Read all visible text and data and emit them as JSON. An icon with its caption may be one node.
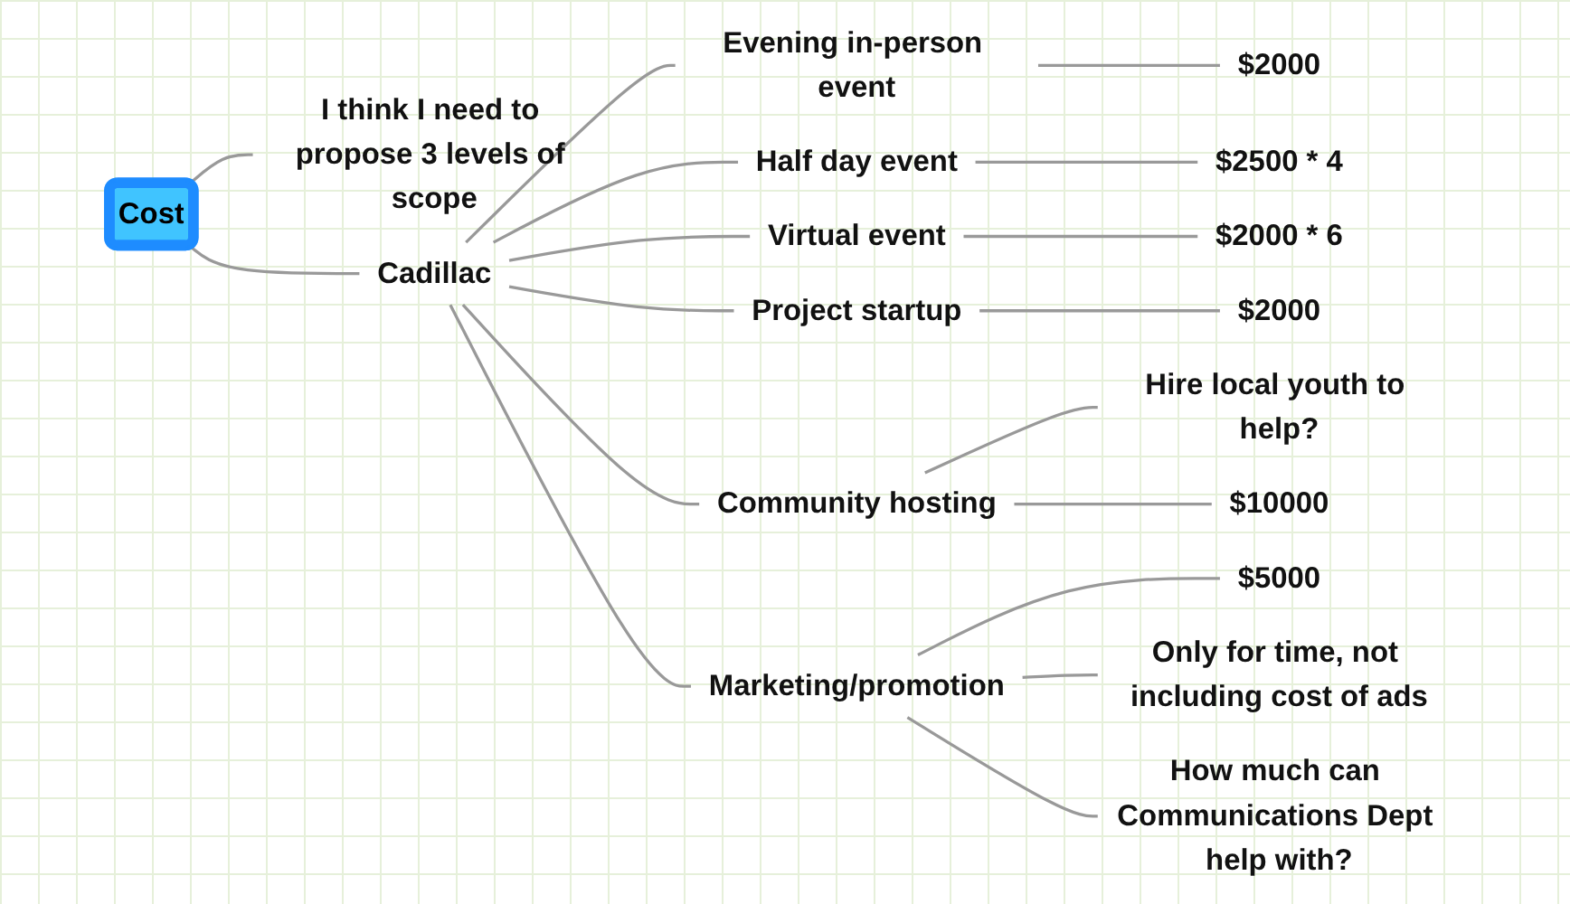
{
  "diagram": {
    "nodes": [
      {
        "text": [
          "Cost"
        ]
      },
      {
        "text": [
          "I think I need to propose 3 levels of scope"
        ]
      },
      {
        "text": [
          "Cadillac"
        ]
      },
      {
        "text": [
          "Evening in-person event"
        ]
      },
      {
        "text": [
          "$2000"
        ]
      },
      {
        "text": [
          "Half day event"
        ]
      },
      {
        "text": [
          "$2500 * 4"
        ]
      },
      {
        "text": [
          "Virtual event"
        ]
      },
      {
        "text": [
          "$2000 * 6"
        ]
      },
      {
        "text": [
          "Project startup"
        ]
      },
      {
        "text": [
          "$2000"
        ]
      },
      {
        "text": [
          "Community hosting"
        ]
      },
      {
        "text": [
          "Hire local youth to help?"
        ]
      },
      {
        "text": [
          "$10000"
        ]
      },
      {
        "text": [
          "Marketing/promotion"
        ]
      },
      {
        "text": [
          "$5000"
        ]
      },
      {
        "text": [
          "Only for time, not including cost of ads"
        ]
      },
      {
        "text": [
          "How much can Communications Dept help with?"
        ]
      }
    ],
    "edges": [
      {
        "from": 0,
        "to": 1,
        "arrow": "none"
      },
      {
        "from": 0,
        "to": 2,
        "arrow": "none"
      },
      {
        "from": 2,
        "to": 3,
        "arrow": "none"
      },
      {
        "from": 3,
        "to": 4,
        "arrow": "none"
      },
      {
        "from": 2,
        "to": 5,
        "arrow": "none"
      },
      {
        "from": 5,
        "to": 6,
        "arrow": "none"
      },
      {
        "from": 2,
        "to": 7,
        "arrow": "none"
      },
      {
        "from": 7,
        "to": 8,
        "arrow": "none"
      },
      {
        "from": 2,
        "to": 9,
        "arrow": "none"
      },
      {
        "from": 9,
        "to": 10,
        "arrow": "none"
      },
      {
        "from": 2,
        "to": 11,
        "arrow": "none"
      },
      {
        "from": 11,
        "to": 12,
        "arrow": "none"
      },
      {
        "from": 11,
        "to": 13,
        "arrow": "none"
      },
      {
        "from": 2,
        "to": 14,
        "arrow": "none"
      },
      {
        "from": 14,
        "to": 15,
        "arrow": "none"
      },
      {
        "from": 14,
        "to": 16,
        "arrow": "none"
      },
      {
        "from": 14,
        "to": 17,
        "arrow": "none"
      }
    ]
  }
}
